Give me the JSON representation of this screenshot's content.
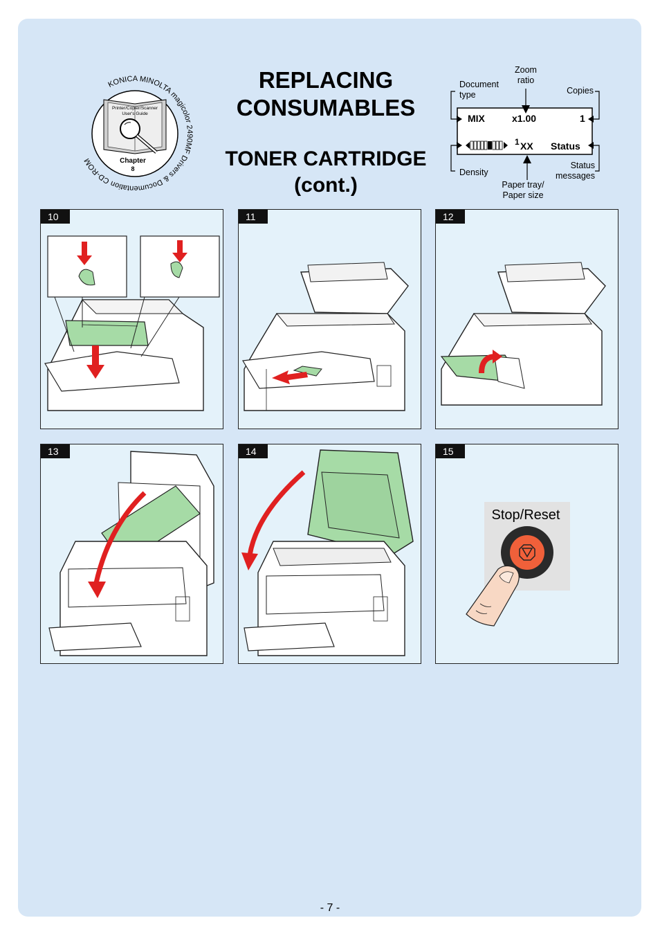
{
  "header": {
    "title_line1": "REPLACING",
    "title_line2": "CONSUMABLES",
    "subtitle_line1": "TONER CARTRIDGE",
    "subtitle_line2": "(cont.)"
  },
  "badge": {
    "ring_text": "KONICA MINOLTA magicolor 2490MF Drivers & Documentation CD-ROM",
    "book_line1": "Printer/Copier/Scanner",
    "book_line2": "User's Guide",
    "chapter_label": "Chapter",
    "chapter_number": "8"
  },
  "lcd": {
    "labels": {
      "zoom_ratio": "Zoom ratio",
      "document_type": "Document type",
      "copies": "Copies",
      "density": "Density",
      "status_messages": "Status messages",
      "paper_tray": "Paper tray/ Paper size"
    },
    "row1": {
      "doc_type": "MIX",
      "zoom": "x1.00",
      "copies": "1"
    },
    "row2": {
      "tray_sup": "1",
      "tray": "XX",
      "status": "Status"
    }
  },
  "steps": [
    {
      "number": "10"
    },
    {
      "number": "11"
    },
    {
      "number": "12"
    },
    {
      "number": "13"
    },
    {
      "number": "14"
    },
    {
      "number": "15",
      "button_label": "Stop/Reset"
    }
  ],
  "colors": {
    "background": "#d6e6f6",
    "panel": "#e4f2fa",
    "highlight_green": "#a6dba6",
    "arrow_red": "#e02020",
    "button_orange": "#f0603a"
  },
  "footer": {
    "page_number": "- 7 -"
  }
}
